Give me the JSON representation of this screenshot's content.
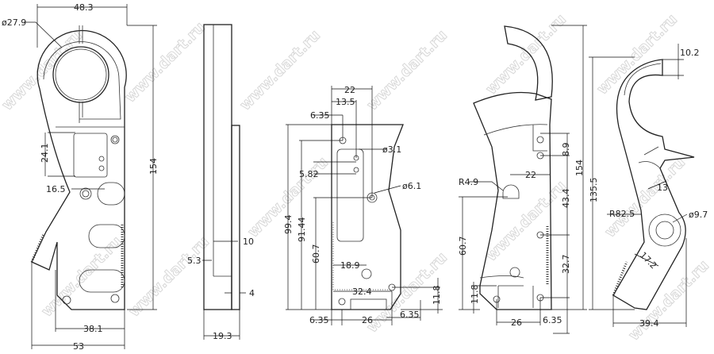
{
  "watermark": "www.dart.ru",
  "front_view": {
    "width_top": "48.3",
    "bore_dia": "ø27.9",
    "h_24_1": "24.1",
    "d_16_5": "16.5",
    "height": "154",
    "w_38_1": "38.1",
    "w_53": "53"
  },
  "side_view": {
    "d_10": "10",
    "d_5_3": "5.3",
    "d_4": "4",
    "width": "19.3"
  },
  "rear_view": {
    "d_22": "22",
    "d_13_5": "13.5",
    "d_6_35_top": "6.35",
    "hole_3_1": "ø3.1",
    "d_5_82": "5.82",
    "hole_6_1": "ø6.1",
    "h_99_4": "99.4",
    "h_91_44": "91.44",
    "h_60_7": "60.7",
    "d_18_9": "18.9",
    "d_32_4": "32.4",
    "h_11_8": "11.8",
    "d_6_35_right": "6.35",
    "d_6_35_bottom": "6.35",
    "d_26": "26"
  },
  "profile_view": {
    "r_4_9": "R4.9",
    "d_22": "22",
    "d_8_9": "8.9",
    "height": "154",
    "d_43_4": "43.4",
    "h_60_7": "60.7",
    "d_32_7": "32.7",
    "h_11_8": "11.8",
    "d_26": "26",
    "d_6_35": "6.35"
  },
  "lever_view": {
    "d_10_2": "10.2",
    "height": "135.5",
    "d_13": "13",
    "r_82_5": "R82.5",
    "hole_9_7": "ø9.7",
    "d_17_2": "17.2",
    "width": "39.4"
  }
}
